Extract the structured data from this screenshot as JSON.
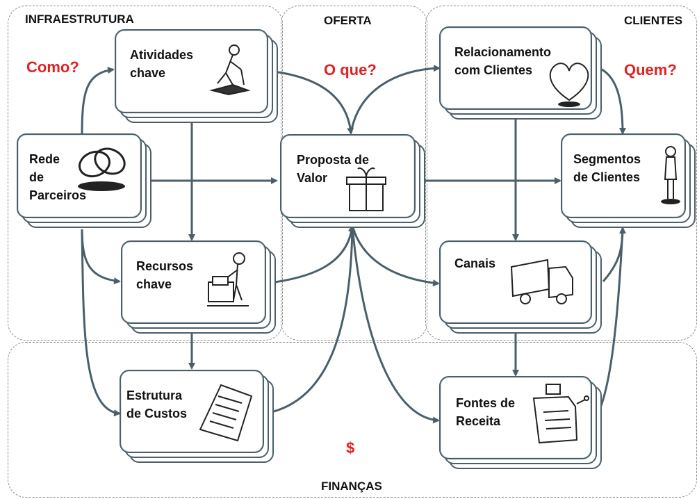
{
  "regions": {
    "infraestrutura": "INFRAESTRUTURA",
    "oferta": "OFERTA",
    "clientes": "CLIENTES",
    "financas": "FINANÇAS"
  },
  "questions": {
    "como": "Como?",
    "o_que": "O que?",
    "quem": "Quem?",
    "dinheiro": "$"
  },
  "blocks": {
    "atividades_chave": "Atividades\nchave",
    "rede_parceiros": "Rede\nde\nParceiros",
    "recursos_chave": "Recursos\nchave",
    "estrutura_custos": "Estrutura\nde Custos",
    "proposta_valor": "Proposta de\nValor",
    "relacionamento_clientes": "Relacionamento\ncom Clientes",
    "segmentos_clientes": "Segmentos\nde Clientes",
    "canais": "Canais",
    "fontes_receita": "Fontes de\nReceita"
  },
  "colors": {
    "arrow": "#4a5f6a",
    "block_border": "#4a5f6a",
    "question": "#e02222"
  },
  "icons": {
    "atividades_chave": "worker-digging-icon",
    "rede_parceiros": "linked-rings-icon",
    "recursos_chave": "worker-with-boxes-icon",
    "estrutura_custos": "document-list-icon",
    "proposta_valor": "gift-box-icon",
    "relacionamento_clientes": "heart-icon",
    "segmentos_clientes": "standing-person-icon",
    "canais": "delivery-truck-icon",
    "fontes_receita": "cash-register-icon"
  }
}
